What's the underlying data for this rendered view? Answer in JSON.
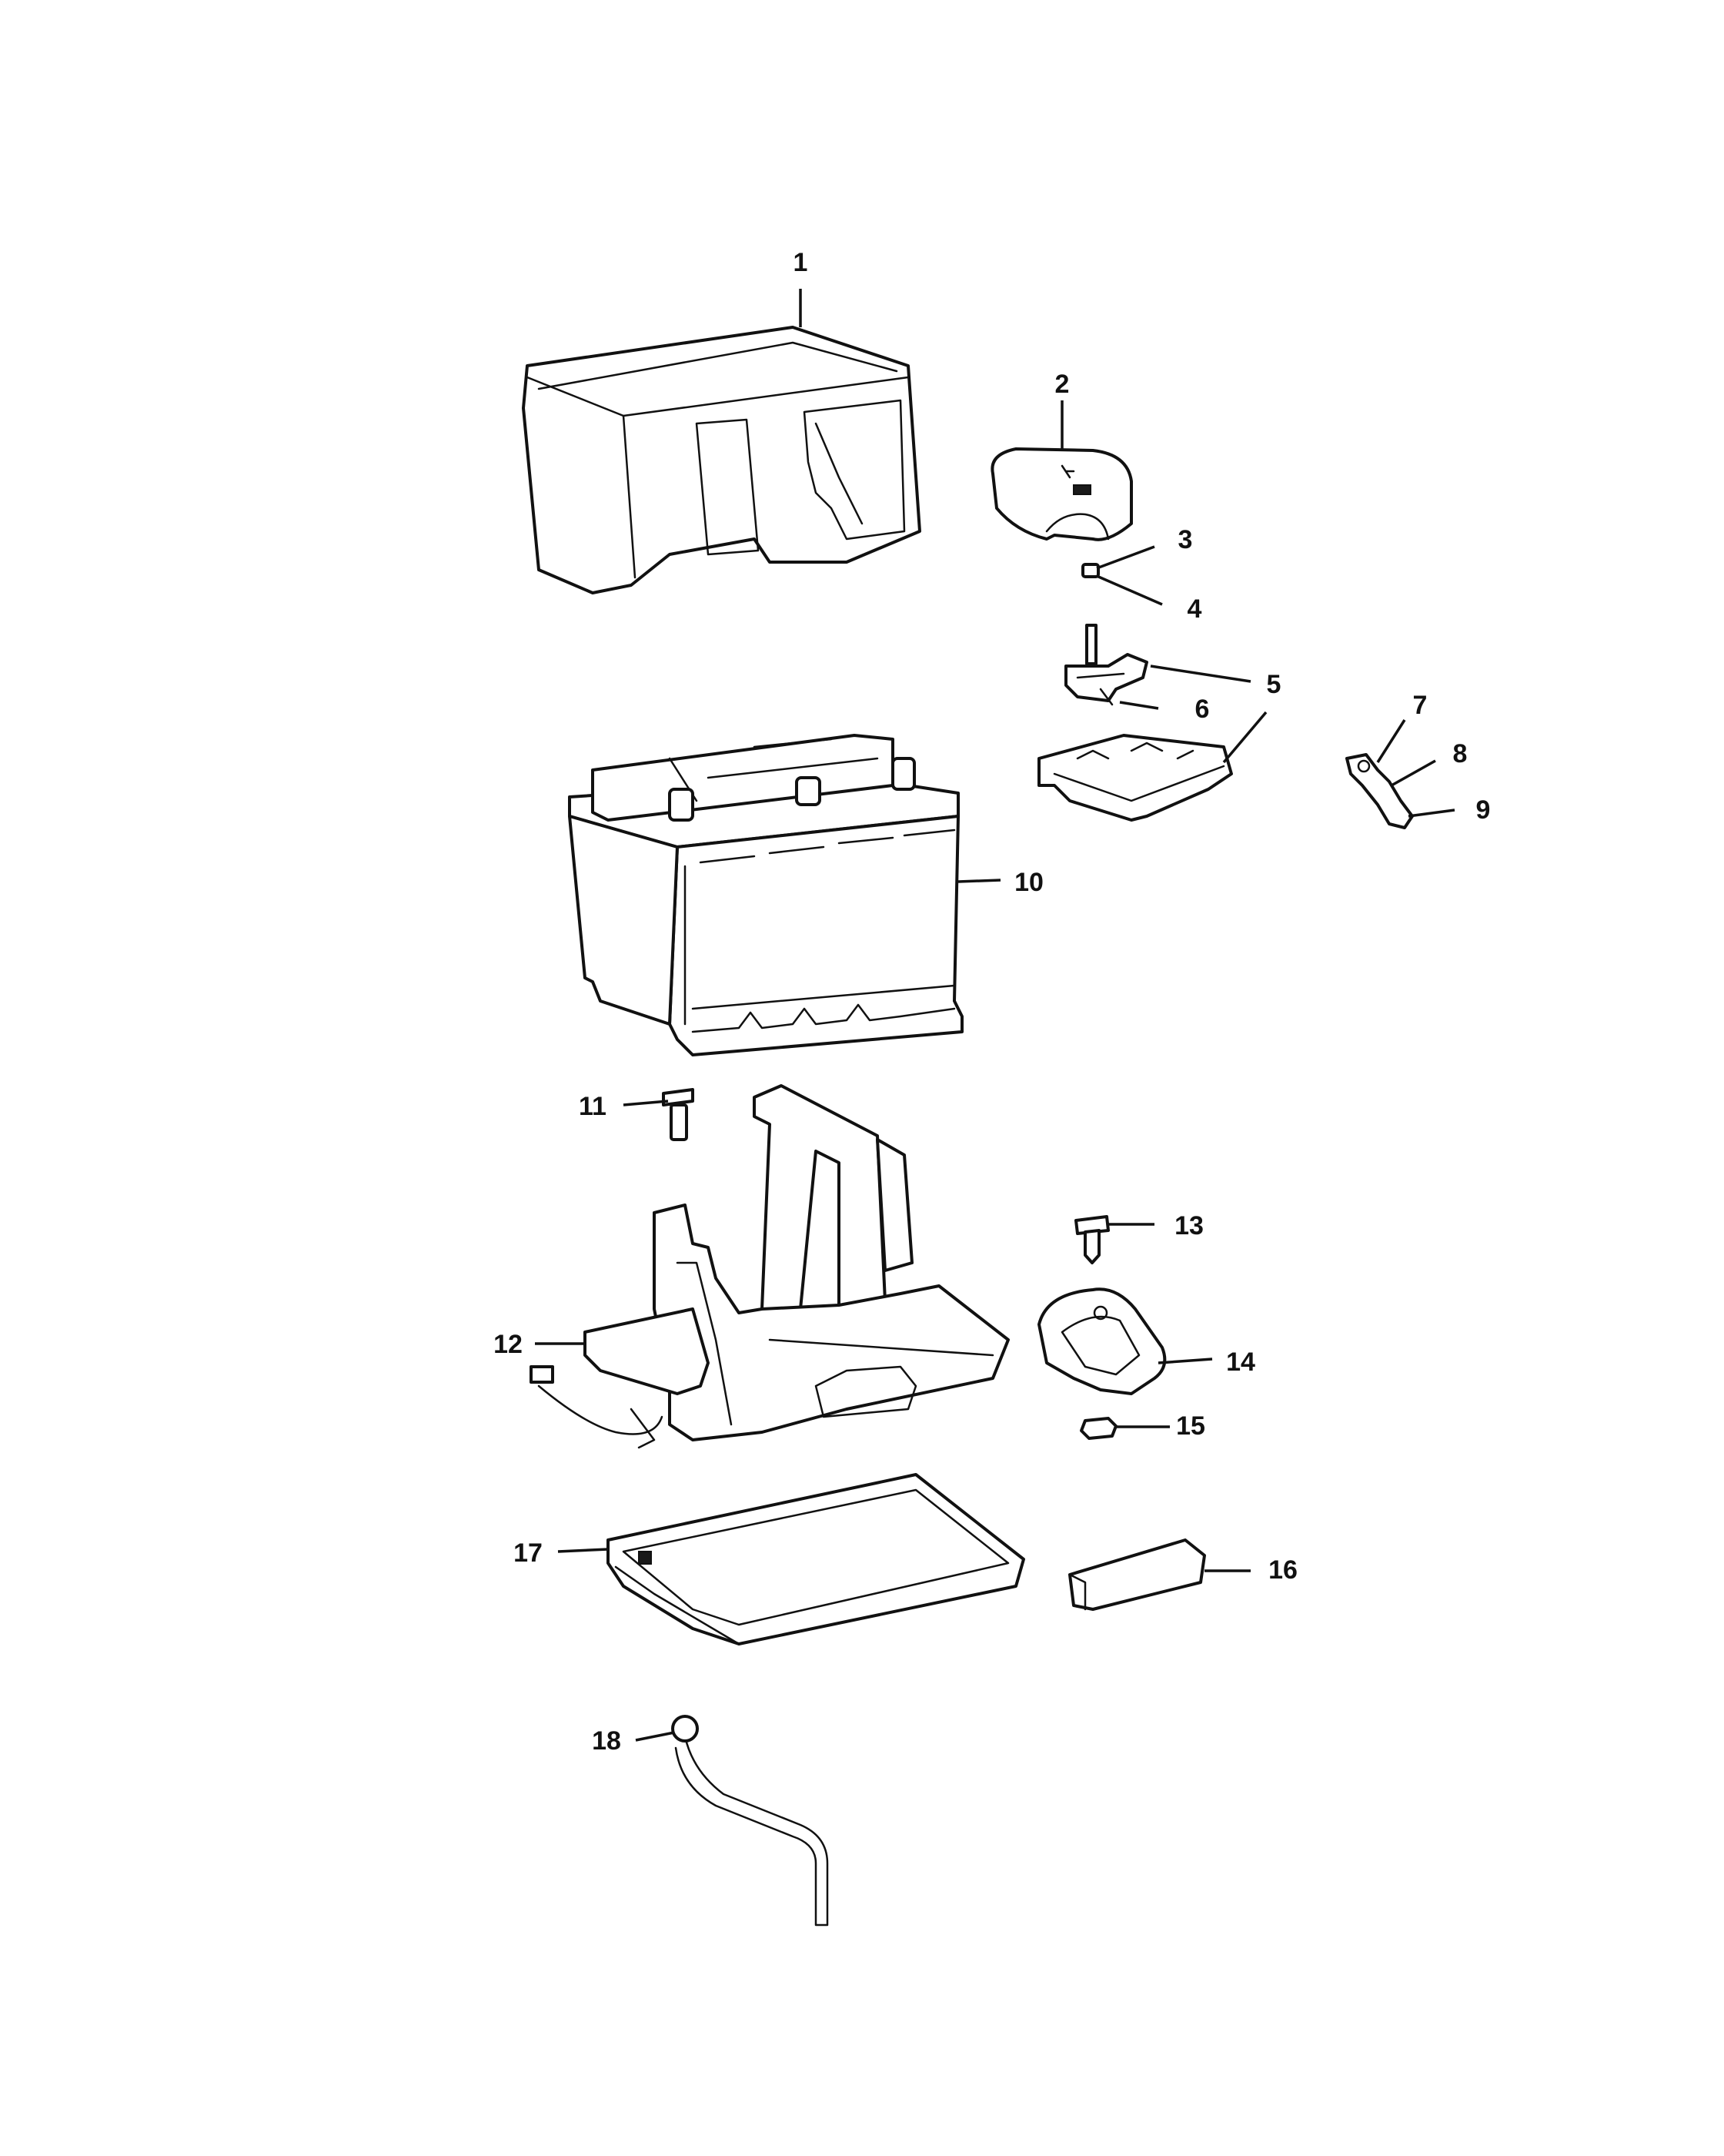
{
  "diagram": {
    "type": "exploded-parts-diagram",
    "callouts": [
      "1",
      "2",
      "3",
      "4",
      "5",
      "6",
      "7",
      "8",
      "9",
      "10",
      "11",
      "12",
      "13",
      "14",
      "15",
      "16",
      "17",
      "18"
    ]
  },
  "colors": {
    "line": "#111111",
    "background": "#ffffff"
  }
}
